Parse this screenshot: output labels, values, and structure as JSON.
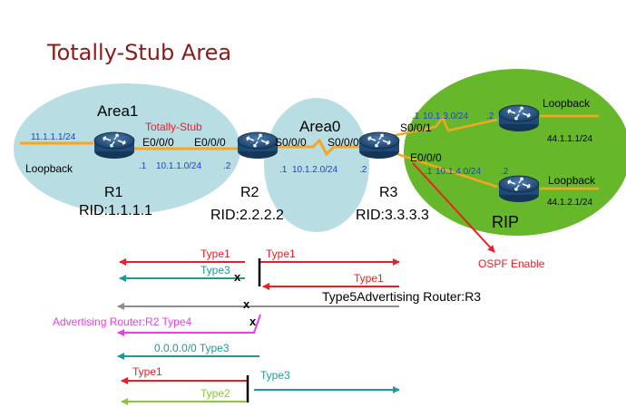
{
  "title": "Totally-Stub Area",
  "colors": {
    "title": "#8b1a1a",
    "area_fill": "#b8dde2",
    "rip_fill": "#66b82a",
    "link": "#f5a623",
    "router_body": "#1f4e79",
    "red": "#ee1c24",
    "teal": "#1e9a9a",
    "gray": "#8c8c8c",
    "magenta": "#e83ee8",
    "lime": "#8cc63f",
    "ip_blue": "#1f3fd8"
  },
  "areas": {
    "area1": {
      "label": "Area1",
      "note": "Totally-Stub"
    },
    "area0": {
      "label": "Area0"
    },
    "rip": {
      "label": "RIP"
    }
  },
  "routers": {
    "r1": {
      "name": "R1",
      "rid": "RID:1.1.1.1",
      "loopback_ip": "11.1.1.1/24",
      "loopback_label": "Loopback",
      "iface": "E0/0/0",
      "addr": ".1"
    },
    "r2": {
      "name": "R2",
      "rid": "RID:2.2.2.2",
      "iface_left": "E0/0/0",
      "iface_right": "S0/0/0",
      "addr_left": ".2",
      "addr_right": ".1"
    },
    "r3": {
      "name": "R3",
      "rid": "RID:3.3.3.3",
      "iface_left": "S0/0/0",
      "iface_up": "S0/0/1",
      "iface_down": "E0/0/0",
      "addr_left": ".2",
      "addr_up": ".1",
      "addr_down": ".1"
    },
    "rip_top": {
      "loopback_label": "Loopback",
      "loopback_ip": "44.1.1.1/24",
      "addr": ".2"
    },
    "rip_bottom": {
      "loopback_label": "Loopback",
      "loopback_ip": "44.1.2.1/24",
      "addr": ".2"
    }
  },
  "networks": {
    "r1_r2": "10.1.1.0/24",
    "r2_r3": "10.1.2.0/24",
    "r3_top": "10.1.3.0/24",
    "r3_bottom": "10.1.4.0/24"
  },
  "ospf_enable": "OSPF Enable",
  "lsa_flow": {
    "row1_left": "Type1",
    "row1_right": "Type1",
    "row2_left": "Type3",
    "row3_right": "Type1",
    "row4_label": "Type5Advertising Router:R3",
    "row5_label": "Advertising Router:R2 Type4",
    "row6_label": "0.0.0.0/0 Type3",
    "row7_left": "Type1",
    "row7_right": "Type3",
    "row8_left": "Type2",
    "block_mark": "x"
  }
}
